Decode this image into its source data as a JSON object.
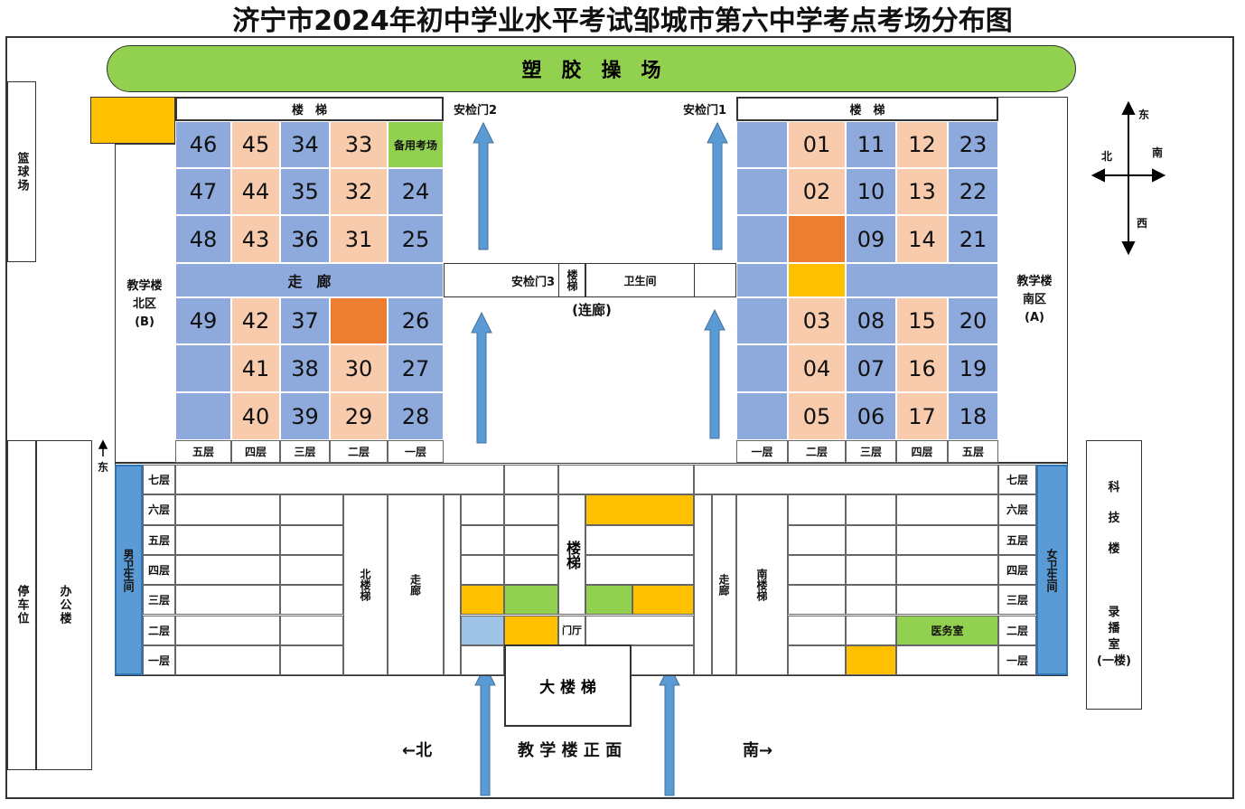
{
  "title": "济宁市2024年初中学业水平考试邹城市第六中学考点考场分布图",
  "playground": "塑　胶　操　场",
  "basketball": "篮球场",
  "parking": "停车位",
  "office": "办公楼",
  "science": {
    "line1": "科",
    "line2": "技",
    "line3": "楼",
    "line4": "录",
    "line5": "播",
    "line6": "室",
    "line7": "(一楼)"
  },
  "stairs": "楼　梯",
  "gate1": "安检门1",
  "gate2": "安检门2",
  "gate3": "安检门3",
  "corridor": "走　廊",
  "link_corridor": "(连廊)",
  "restroom": "卫生间",
  "stairs_small": "楼梯",
  "north_building": {
    "line1": "教学楼",
    "line2": "北区",
    "line3": "(B)"
  },
  "south_building": {
    "line1": "教学楼",
    "line2": "南区",
    "line3": "(A)"
  },
  "backup_room": "备用考场",
  "north_floors": [
    "五层",
    "四层",
    "三层",
    "二层",
    "一层"
  ],
  "south_floors": [
    "一层",
    "二层",
    "三层",
    "四层",
    "五层"
  ],
  "north_rooms": [
    [
      "46",
      "45",
      "34",
      "33",
      ""
    ],
    [
      "47",
      "44",
      "35",
      "32",
      "24"
    ],
    [
      "48",
      "43",
      "36",
      "31",
      "25"
    ],
    [
      "49",
      "42",
      "37",
      "",
      "26"
    ],
    [
      "",
      "41",
      "38",
      "30",
      "27"
    ],
    [
      "",
      "40",
      "39",
      "29",
      "28"
    ]
  ],
  "south_rooms": [
    [
      "",
      "01",
      "11",
      "12",
      "23"
    ],
    [
      "",
      "02",
      "10",
      "13",
      "22"
    ],
    [
      "",
      "",
      "09",
      "14",
      "21"
    ],
    [
      "",
      "03",
      "08",
      "15",
      "20"
    ],
    [
      "",
      "04",
      "07",
      "16",
      "19"
    ],
    [
      "",
      "05",
      "06",
      "17",
      "18"
    ]
  ],
  "compass": {
    "east": "东",
    "west": "西",
    "north": "北",
    "south": "南"
  },
  "east_marker": "东",
  "main_floors": [
    "七层",
    "六层",
    "五层",
    "四层",
    "三层",
    "二层",
    "一层"
  ],
  "male_restroom": "男卫生间",
  "female_restroom": "女卫生间",
  "north_stairs": "北楼梯",
  "south_stairs": "南楼梯",
  "walkway": "走廊",
  "big_stairs_v": "楼梯",
  "lobby": "门厅",
  "clinic": "医务室",
  "grand_stairs": "大 楼 梯",
  "front_label": "教 学 楼 正 面",
  "dir_north": "←北",
  "dir_south": "南→"
}
